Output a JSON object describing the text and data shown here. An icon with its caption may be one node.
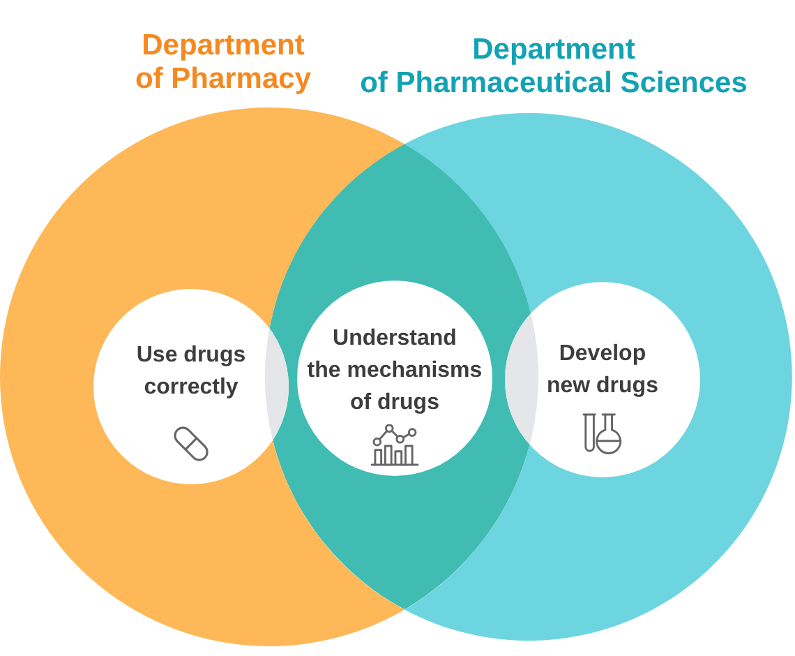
{
  "diagram": {
    "nodes": [
      {
        "text": [
          "Department of Pharmacy"
        ]
      },
      {
        "text": [
          "Department of Pharmaceutical Sciences"
        ]
      },
      {
        "text": [
          "Use drugs correctly"
        ],
        "in": 0
      },
      {
        "text": [
          "Understand the mechanisms of drugs"
        ]
      },
      {
        "text": [
          "Develop new drugs"
        ],
        "in": 1
      }
    ]
  }
}
